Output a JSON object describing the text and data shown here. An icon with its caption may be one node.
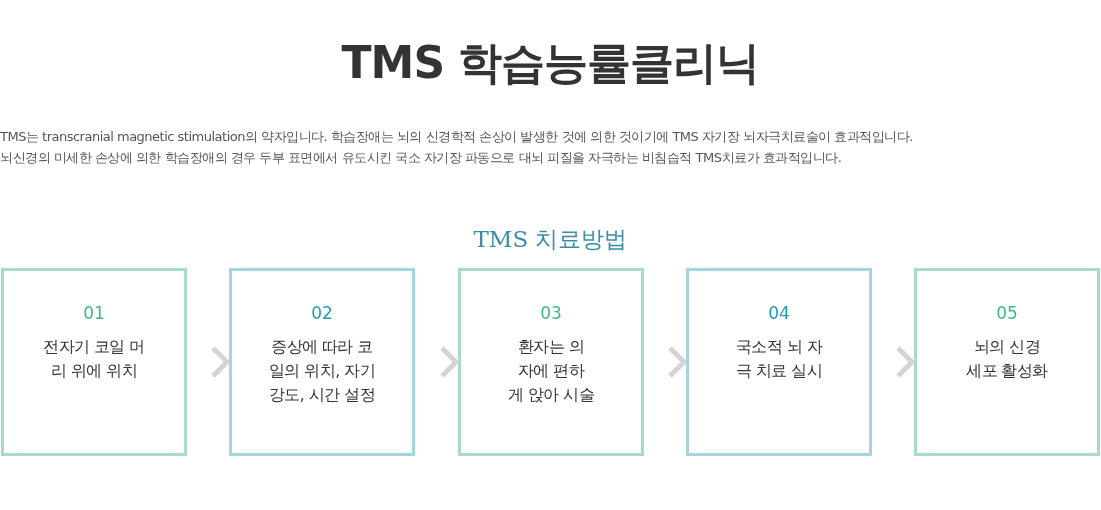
{
  "diagram": {
    "title": "TMS 학습능률클리닉",
    "nodes": [
      {
        "text": [
          "01",
          "전자기 코일 머리 위에 위치"
        ]
      },
      {
        "text": [
          "02",
          "증상에 따라 코일의 위치, 자기 강도, 시간 설정"
        ]
      },
      {
        "text": [
          "03",
          "환자는 의자에 편하게 앉아 시술"
        ]
      },
      {
        "text": [
          "04",
          "국소적 뇌 자극 치료 실시"
        ]
      },
      {
        "text": [
          "05",
          "뇌의 신경세포 활성화"
        ]
      }
    ],
    "edges": [
      {
        "from": 0,
        "to": 1,
        "arrow": "to"
      },
      {
        "from": 1,
        "to": 2,
        "arrow": "to"
      },
      {
        "from": 2,
        "to": 3,
        "arrow": "to"
      },
      {
        "from": 3,
        "to": 4,
        "arrow": "to"
      }
    ],
    "labels": [
      "TMS는 transcranial magnetic stimulation의 약자입니다. 학습장애는 뇌의 신경학적 손상이 발생한 것에 의한 것이기에 TMS 자기장 뇌자극치료술이 효과적입니다.",
      "뇌신경의 미세한 손상에 의한 학습장애의 경우 두부 표면에서 유도시킨 국소 자기장 파동으로 대뇌 피질을 자극하는 비침습적 TMS치료가 효과적입니다.",
      "TMS 치료방법"
    ]
  }
}
